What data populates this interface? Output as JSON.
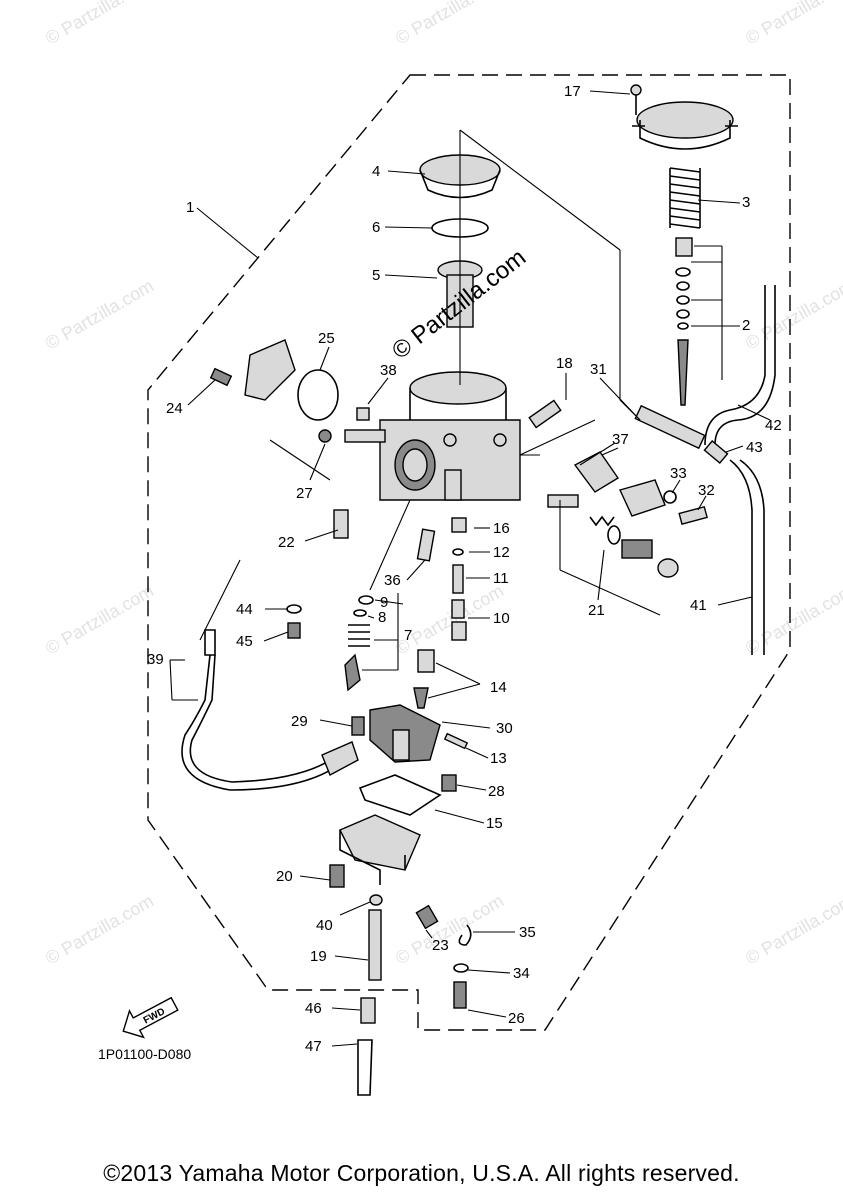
{
  "watermarks": {
    "tile_text": "© Partzilla.com",
    "center_text": "© Partzilla.com"
  },
  "callouts": [
    {
      "id": "c1",
      "text": "1"
    },
    {
      "id": "c2",
      "text": "2"
    },
    {
      "id": "c3",
      "text": "3"
    },
    {
      "id": "c4",
      "text": "4"
    },
    {
      "id": "c5",
      "text": "5"
    },
    {
      "id": "c6",
      "text": "6"
    },
    {
      "id": "c7",
      "text": "7"
    },
    {
      "id": "c8",
      "text": "8"
    },
    {
      "id": "c9",
      "text": "9"
    },
    {
      "id": "c10",
      "text": "10"
    },
    {
      "id": "c11",
      "text": "11"
    },
    {
      "id": "c12",
      "text": "12"
    },
    {
      "id": "c13",
      "text": "13"
    },
    {
      "id": "c14",
      "text": "14"
    },
    {
      "id": "c15",
      "text": "15"
    },
    {
      "id": "c16",
      "text": "16"
    },
    {
      "id": "c17",
      "text": "17"
    },
    {
      "id": "c18",
      "text": "18"
    },
    {
      "id": "c19",
      "text": "19"
    },
    {
      "id": "c20",
      "text": "20"
    },
    {
      "id": "c21",
      "text": "21"
    },
    {
      "id": "c22",
      "text": "22"
    },
    {
      "id": "c23",
      "text": "23"
    },
    {
      "id": "c24",
      "text": "24"
    },
    {
      "id": "c25",
      "text": "25"
    },
    {
      "id": "c26",
      "text": "26"
    },
    {
      "id": "c27",
      "text": "27"
    },
    {
      "id": "c28",
      "text": "28"
    },
    {
      "id": "c29",
      "text": "29"
    },
    {
      "id": "c30",
      "text": "30"
    },
    {
      "id": "c31",
      "text": "31"
    },
    {
      "id": "c32",
      "text": "32"
    },
    {
      "id": "c33",
      "text": "33"
    },
    {
      "id": "c34",
      "text": "34"
    },
    {
      "id": "c35",
      "text": "35"
    },
    {
      "id": "c36",
      "text": "36"
    },
    {
      "id": "c37",
      "text": "37"
    },
    {
      "id": "c38",
      "text": "38"
    },
    {
      "id": "c39",
      "text": "39"
    },
    {
      "id": "c40",
      "text": "40"
    },
    {
      "id": "c41",
      "text": "41"
    },
    {
      "id": "c42",
      "text": "42"
    },
    {
      "id": "c43",
      "text": "43"
    },
    {
      "id": "c44",
      "text": "44"
    },
    {
      "id": "c45",
      "text": "45"
    },
    {
      "id": "c46",
      "text": "46"
    },
    {
      "id": "c47",
      "text": "47"
    }
  ],
  "direction_badge": "FWD",
  "drawing_code": "1P01100-D080",
  "copyright": "©2013 Yamaha Motor Corporation, U.S.A. All rights reserved."
}
